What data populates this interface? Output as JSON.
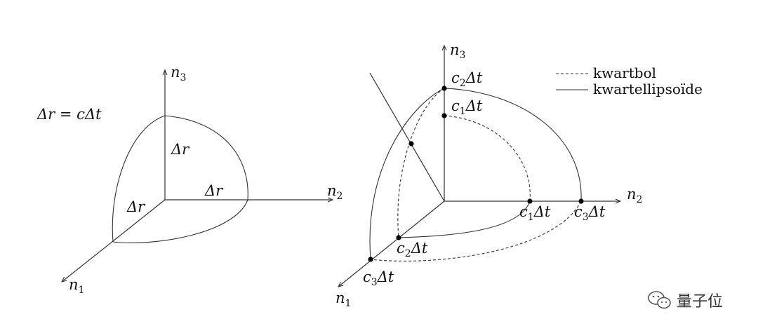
{
  "left_figure": {
    "formula": {
      "lhs": "Δr",
      "rhs_c": "c",
      "rhs_dt": "Δt"
    },
    "axes": {
      "n1": {
        "base": "n",
        "sub": "1"
      },
      "n2": {
        "base": "n",
        "sub": "2"
      },
      "n3": {
        "base": "n",
        "sub": "3"
      }
    },
    "radius_labels": [
      "Δr",
      "Δr",
      "Δr"
    ]
  },
  "right_figure": {
    "axes": {
      "n1": {
        "base": "n",
        "sub": "1"
      },
      "n2": {
        "base": "n",
        "sub": "2"
      },
      "n3": {
        "base": "n",
        "sub": "3"
      }
    },
    "points": {
      "c1_n3": {
        "c": "c",
        "sub": "1",
        "dt": "Δt"
      },
      "c2_n3": {
        "c": "c",
        "sub": "2",
        "dt": "Δt"
      },
      "c1_n2": {
        "c": "c",
        "sub": "1",
        "dt": "Δt"
      },
      "c3_n2": {
        "c": "c",
        "sub": "3",
        "dt": "Δt"
      },
      "c2_n1": {
        "c": "c",
        "sub": "2",
        "dt": "Δt"
      },
      "c3_n1": {
        "c": "c",
        "sub": "3",
        "dt": "Δt"
      }
    }
  },
  "legend": {
    "dashed": "kwartbol",
    "solid": "kwartellipsoïde"
  },
  "watermark": {
    "text": "量子位",
    "icon": "wechat-icon"
  }
}
